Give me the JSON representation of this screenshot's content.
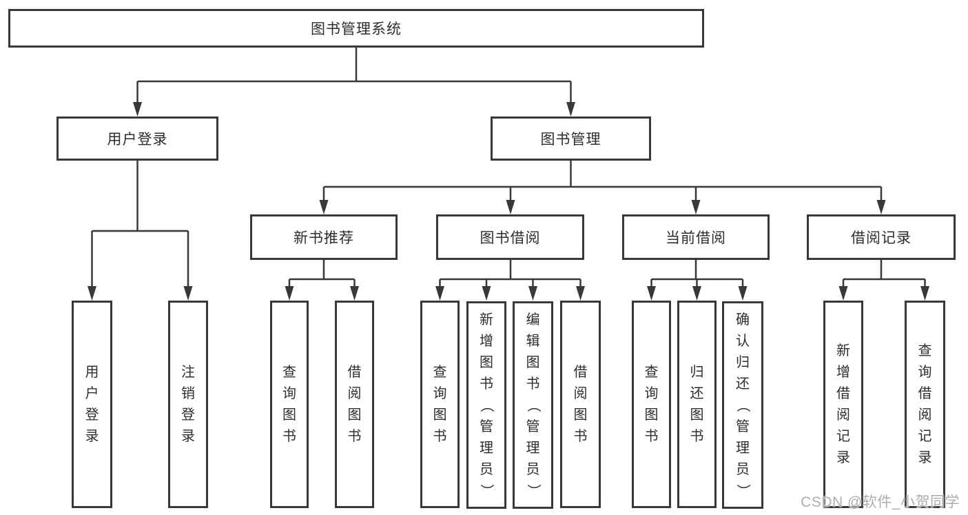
{
  "diagram": {
    "root": {
      "label": "图书管理系统"
    },
    "level2": {
      "user_login": {
        "label": "用户登录"
      },
      "book_mgmt": {
        "label": "图书管理"
      }
    },
    "level3": {
      "new_book": {
        "label": "新书推荐"
      },
      "book_borrow": {
        "label": "图书借阅"
      },
      "current_borrow": {
        "label": "当前借阅"
      },
      "borrow_record": {
        "label": "借阅记录"
      }
    },
    "user_login_children": {
      "login": {
        "label": "用户登录"
      },
      "logout": {
        "label": "注销登录"
      }
    },
    "new_book_children": {
      "query": {
        "label": "查询图书"
      },
      "borrow": {
        "label": "借阅图书"
      }
    },
    "book_borrow_children": {
      "query": {
        "label": "查询图书"
      },
      "add": {
        "label": "新增图书（管理员）"
      },
      "edit": {
        "label": "编辑图书（管理员）"
      },
      "borrow": {
        "label": "借阅图书"
      }
    },
    "current_borrow_children": {
      "query": {
        "label": "查询图书"
      },
      "return": {
        "label": "归还图书"
      },
      "confirm": {
        "label": "确认归还（管理员）"
      }
    },
    "borrow_record_children": {
      "add": {
        "label": "新增借阅记录"
      },
      "query": {
        "label": "查询借阅记录"
      }
    }
  },
  "watermark": {
    "text": "CSDN @软件_小贺同学"
  },
  "colors": {
    "line": "#383838",
    "text": "#2d2d2d",
    "watermark": "#adadad",
    "background": "#ffffff"
  }
}
